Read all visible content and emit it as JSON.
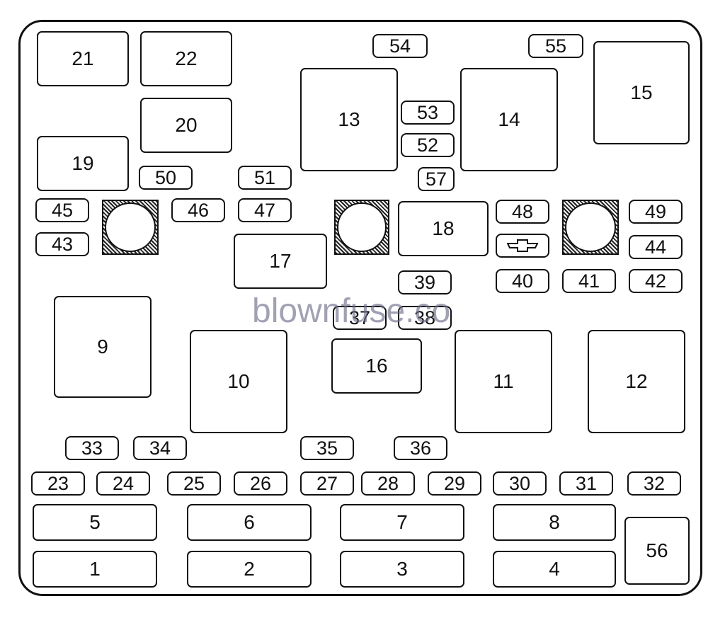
{
  "watermark": "blownfuse.co",
  "emblem_icon": "chevrolet-bowtie-icon",
  "colors": {
    "line": "#111111",
    "background": "#ffffff",
    "watermark": "#6e6e8c"
  },
  "positions": [
    "1",
    "2",
    "3",
    "4",
    "5",
    "6",
    "7",
    "8",
    "9",
    "10",
    "11",
    "12",
    "13",
    "14",
    "15",
    "16",
    "17",
    "18",
    "19",
    "20",
    "21",
    "22",
    "23",
    "24",
    "25",
    "26",
    "27",
    "28",
    "29",
    "30",
    "31",
    "32",
    "33",
    "34",
    "35",
    "36",
    "37",
    "38",
    "39",
    "40",
    "41",
    "42",
    "43",
    "44",
    "45",
    "46",
    "47",
    "48",
    "49",
    "50",
    "51",
    "52",
    "53",
    "54",
    "55",
    "56",
    "57"
  ]
}
